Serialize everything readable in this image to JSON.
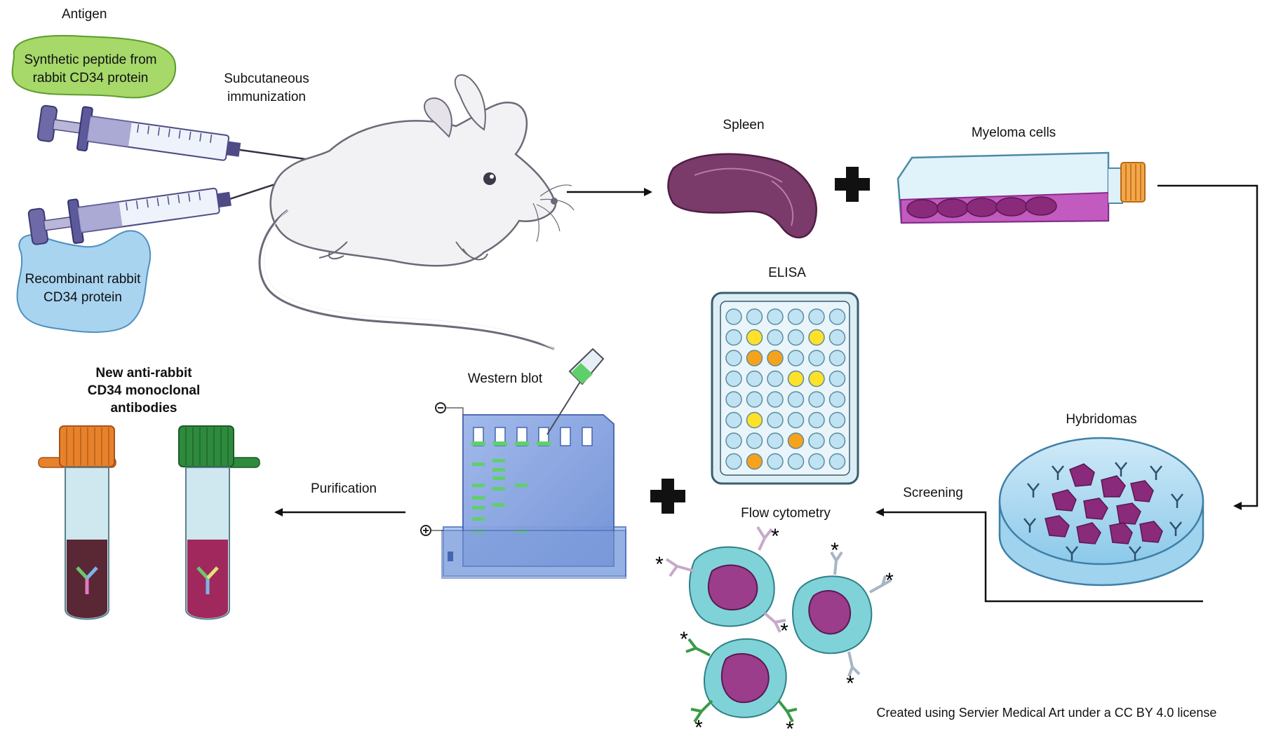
{
  "labels": {
    "antigen": "Antigen",
    "synthetic_peptide_1": "Synthetic peptide from",
    "synthetic_peptide_2": "rabbit CD34 protein",
    "recombinant_1": "Recombinant rabbit",
    "recombinant_2": "CD34 protein",
    "subcutaneous_1": "Subcutaneous",
    "subcutaneous_2": "immunization",
    "spleen": "Spleen",
    "myeloma": "Myeloma cells",
    "elisa": "ELISA",
    "hybridomas": "Hybridomas",
    "screening": "Screening",
    "flow_cytometry": "Flow cytometry",
    "western_blot": "Western blot",
    "purification": "Purification",
    "new_antibodies_1": "New anti-rabbit",
    "new_antibodies_2": "CD34 monoclonal",
    "new_antibodies_3": "antibodies",
    "credit": "Created using Servier Medical Art under a CC BY 4.0 license"
  },
  "colors": {
    "peptide_blob": "#a6d86a",
    "protein_blob": "#a9d4f0",
    "spleen": "#7a3a6a",
    "cell_purple": "#9b3d8a",
    "cell_cyan": "#7fd3d8",
    "elisa_yellow": "#ffe12a",
    "elisa_orange": "#f7a21c",
    "elisa_well": "#bfe3f2",
    "gel_blue": "#7e9fdc",
    "tube_cap_orange": "#e8822a",
    "tube_cap_green": "#2e8b3e",
    "tube_dark": "#5a2735",
    "tube_magenta": "#a0285c"
  }
}
